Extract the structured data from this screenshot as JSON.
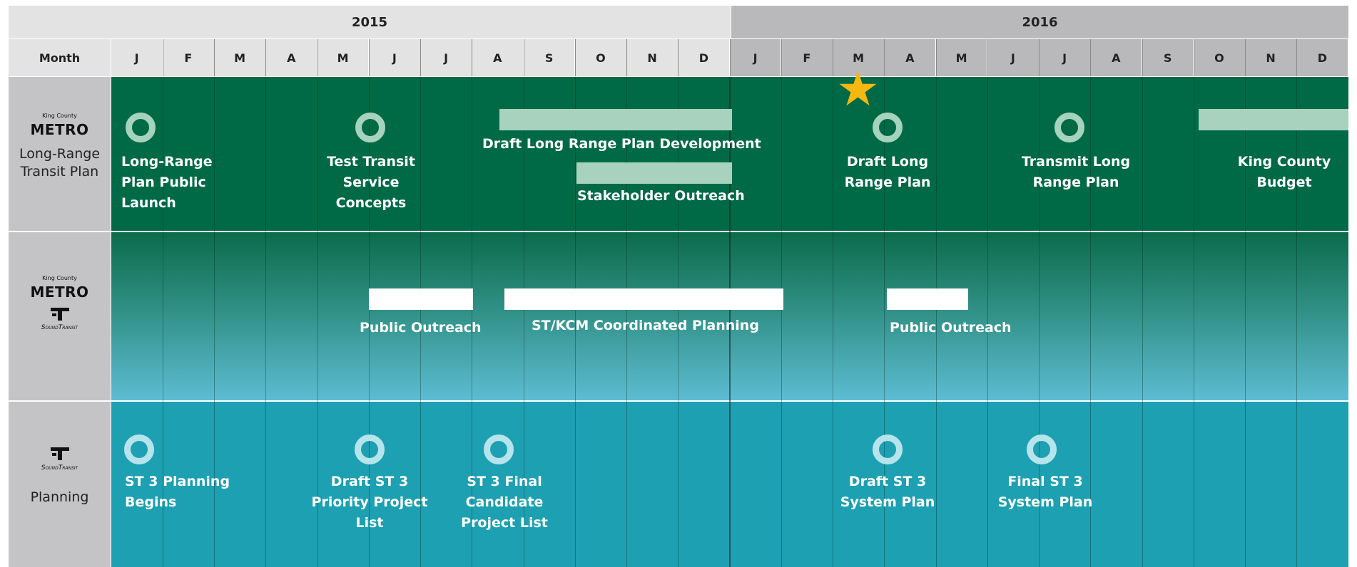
{
  "header": {
    "years": [
      "2015",
      "2016"
    ],
    "month_header": "Month",
    "months_2015": [
      "J",
      "F",
      "M",
      "A",
      "M",
      "J",
      "J",
      "A",
      "S",
      "O",
      "N",
      "D"
    ],
    "months_2016": [
      "J",
      "F",
      "M",
      "A",
      "M",
      "J",
      "J",
      "A",
      "S",
      "O",
      "N",
      "D"
    ]
  },
  "rows": {
    "metro": {
      "logo_small": "King County",
      "logo_name": "METRO",
      "label_line1": "Long-Range",
      "label_line2": "Transit Plan",
      "milestones": [
        {
          "l1": "Long-Range",
          "l2": "Plan Public",
          "l3": "Launch"
        },
        {
          "l1": "Test Transit",
          "l2": "Service",
          "l3": "Concepts"
        },
        {
          "l1": "Draft Long",
          "l2": "Range Plan"
        },
        {
          "l1": "Transmit Long",
          "l2": "Range Plan"
        }
      ],
      "bars": [
        {
          "label": "Draft Long Range Plan Development"
        },
        {
          "label": "Stakeholder Outreach"
        },
        {
          "label_l1": "King County",
          "label_l2": "Budget"
        }
      ]
    },
    "joint": {
      "logo_small": "King County",
      "logo_name": "METRO",
      "st_name": "SoundTransit",
      "bars": [
        {
          "label": "Public Outreach"
        },
        {
          "label": "ST/KCM Coordinated Planning"
        },
        {
          "label": "Public Outreach"
        }
      ]
    },
    "st": {
      "st_name": "SoundTransit",
      "label": "Planning",
      "milestones": [
        {
          "l1": "ST 3 Planning",
          "l2": "Begins"
        },
        {
          "l1": "Draft ST 3",
          "l2": "Priority Project",
          "l3": "List"
        },
        {
          "l1": "ST 3 Final",
          "l2": "Candidate",
          "l3": "Project List"
        },
        {
          "l1": "Draft ST 3",
          "l2": "System Plan"
        },
        {
          "l1": "Final ST 3",
          "l2": "System Plan"
        }
      ]
    }
  },
  "marker": {
    "icon": "star-icon",
    "color": "#f6b70f"
  },
  "colors": {
    "metro_row": "#006a46",
    "joint_top": "#0b6b4a",
    "joint_bottom": "#5dbcd2",
    "st_row": "#1da0b2",
    "bar_light": "#a8d2be",
    "ring_metro": "#a6d3bd",
    "ring_st": "#b6e4ec",
    "year_2015_bg": "#e3e3e3",
    "year_2016_bg": "#b9b9bb"
  }
}
